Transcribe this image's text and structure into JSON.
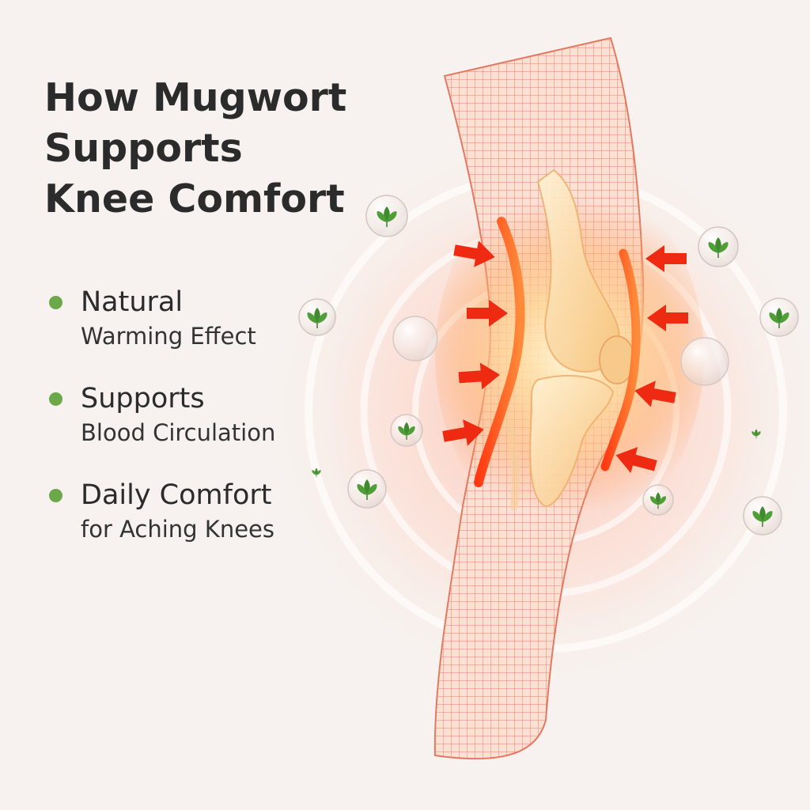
{
  "title": {
    "line1": "How Mugwort",
    "line2": "Supports",
    "line3": "Knee Comfort"
  },
  "benefits": [
    {
      "line1": "Natural",
      "line2": "Warming Effect"
    },
    {
      "line1": "Supports",
      "line2": "Blood Circulation"
    },
    {
      "line1": "Daily Comfort",
      "line2": "for Aching Knees"
    }
  ],
  "colors": {
    "background": "#f7f2ef",
    "bullet": "#6aa84a",
    "arrow": "#ee2a12",
    "heat_band": "#ff4a1a",
    "sleeve_grid": "#e2735b",
    "leaf": "#3f8a2e"
  },
  "icons": {
    "bullet": "green-dot-icon",
    "arrow": "red-compression-arrow-icon",
    "leaf": "mugwort-leaf-icon",
    "bubble": "water-bubble-icon"
  }
}
